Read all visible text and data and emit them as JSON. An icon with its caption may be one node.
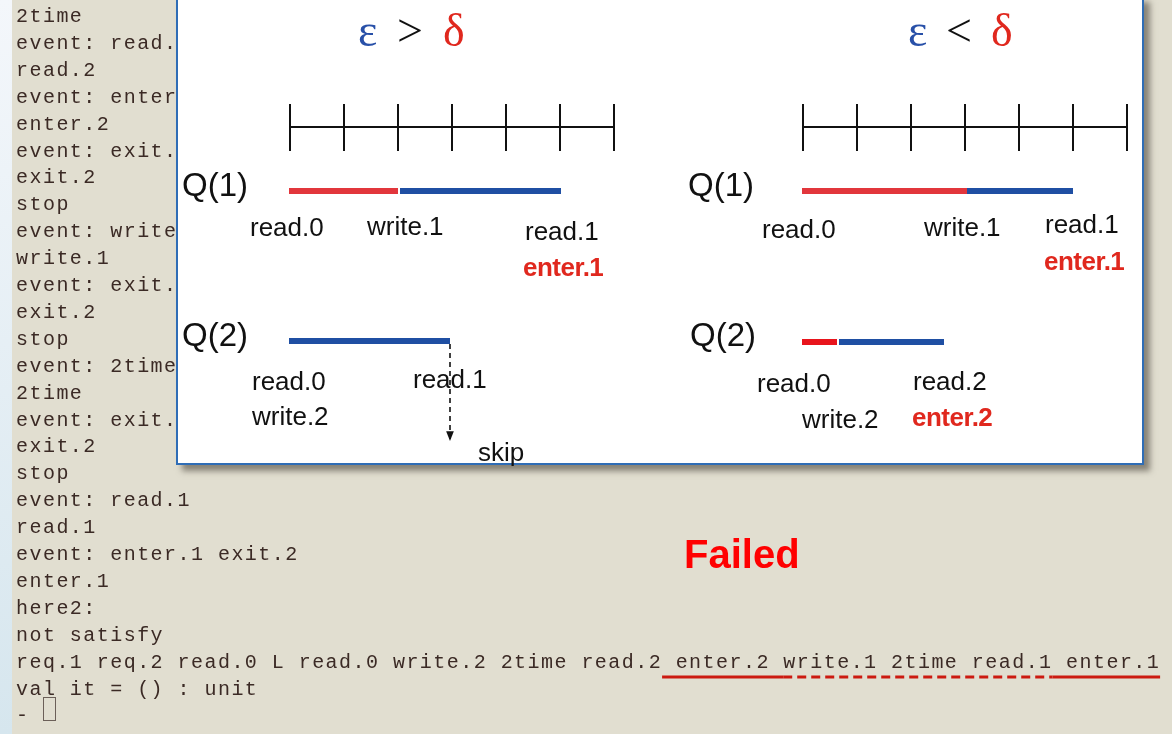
{
  "diagram": {
    "nodes": [
      {
        "text": [],
        "shape": "box"
      },
      {
        "text": [
          "skip"
        ],
        "in": 0
      }
    ],
    "edges": [
      {
        "from": null,
        "to": 1,
        "arrow": "to",
        "style": "dashed"
      }
    ],
    "labels": [
      "2time",
      "event: read.",
      "read.2",
      "event: enter",
      "enter.2",
      "event: exit.",
      "exit.2",
      "stop",
      "event: write",
      "write.1",
      "event: exit.",
      "exit.2",
      "stop",
      "event: 2time",
      "2time",
      "event: exit.",
      "exit.2",
      "stop",
      "event: read.1",
      "read.1",
      "event: enter.1 exit.2",
      "enter.1",
      "here2:",
      "not satisfy",
      "req.1 req.2 read.0 L read.0 write.2 2time read.2 enter.2 write.1 2time read.1 enter.1",
      "val it = () : unit",
      "-",
      "ε",
      ">",
      "δ",
      "Q(1)",
      "read.0",
      "write.1",
      "read.1",
      "enter.1",
      "Q(2)",
      "read.0",
      "write.2",
      "read.1",
      "ε",
      "<",
      "δ",
      "Q(1)",
      "read.0",
      "write.1",
      "read.1",
      "enter.1",
      "Q(2)",
      "read.0",
      "read.2",
      "write.2",
      "enter.2",
      "Failed"
    ]
  }
}
